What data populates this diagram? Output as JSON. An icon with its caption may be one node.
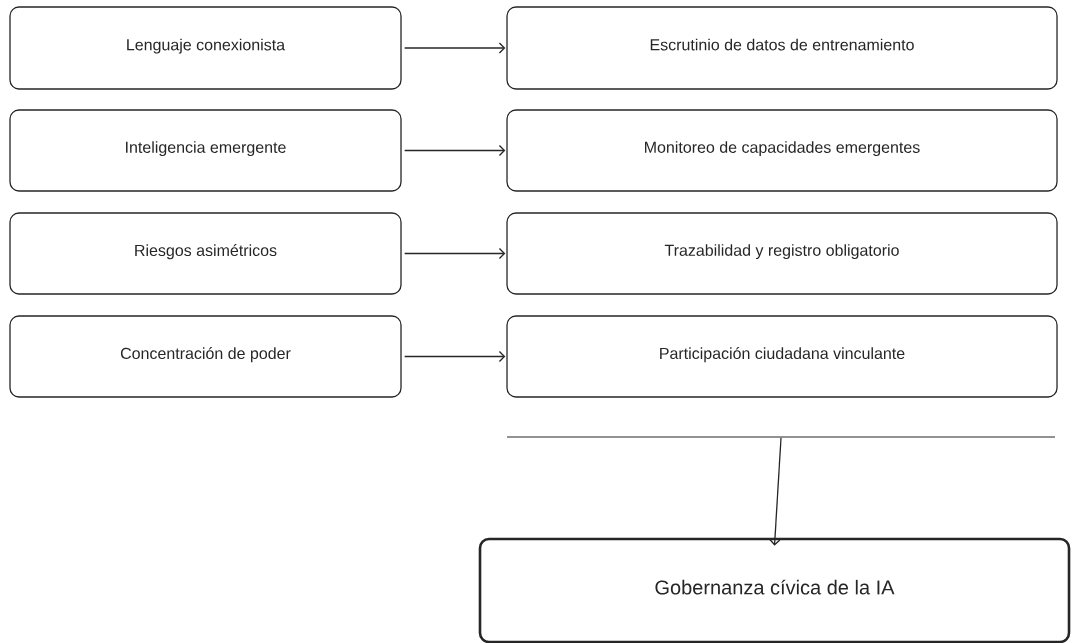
{
  "diagram": {
    "nodes": [
      {
        "text": [
          "Lenguaje conexionista"
        ]
      },
      {
        "text": [
          "Escrutinio de datos de entrenamiento"
        ]
      },
      {
        "text": [
          "Inteligencia emergente"
        ]
      },
      {
        "text": [
          "Monitoreo de capacidades emergentes"
        ]
      },
      {
        "text": [
          "Riesgos asimétricos"
        ]
      },
      {
        "text": [
          "Trazabilidad y registro obligatorio"
        ]
      },
      {
        "text": [
          "Concentración de poder"
        ]
      },
      {
        "text": [
          "Participación ciudadana vinculante"
        ]
      },
      {
        "text": [],
        "shape": "bar"
      },
      {
        "text": [
          "Gobernanza cívica de la IA"
        ]
      }
    ],
    "edges": [
      {
        "from": 0,
        "to": 1,
        "arrow": "to"
      },
      {
        "from": 2,
        "to": 3,
        "arrow": "to"
      },
      {
        "from": 4,
        "to": 5,
        "arrow": "to"
      },
      {
        "from": 6,
        "to": 7,
        "arrow": "to"
      },
      {
        "from": 8,
        "to": 9,
        "arrow": "to"
      }
    ]
  }
}
